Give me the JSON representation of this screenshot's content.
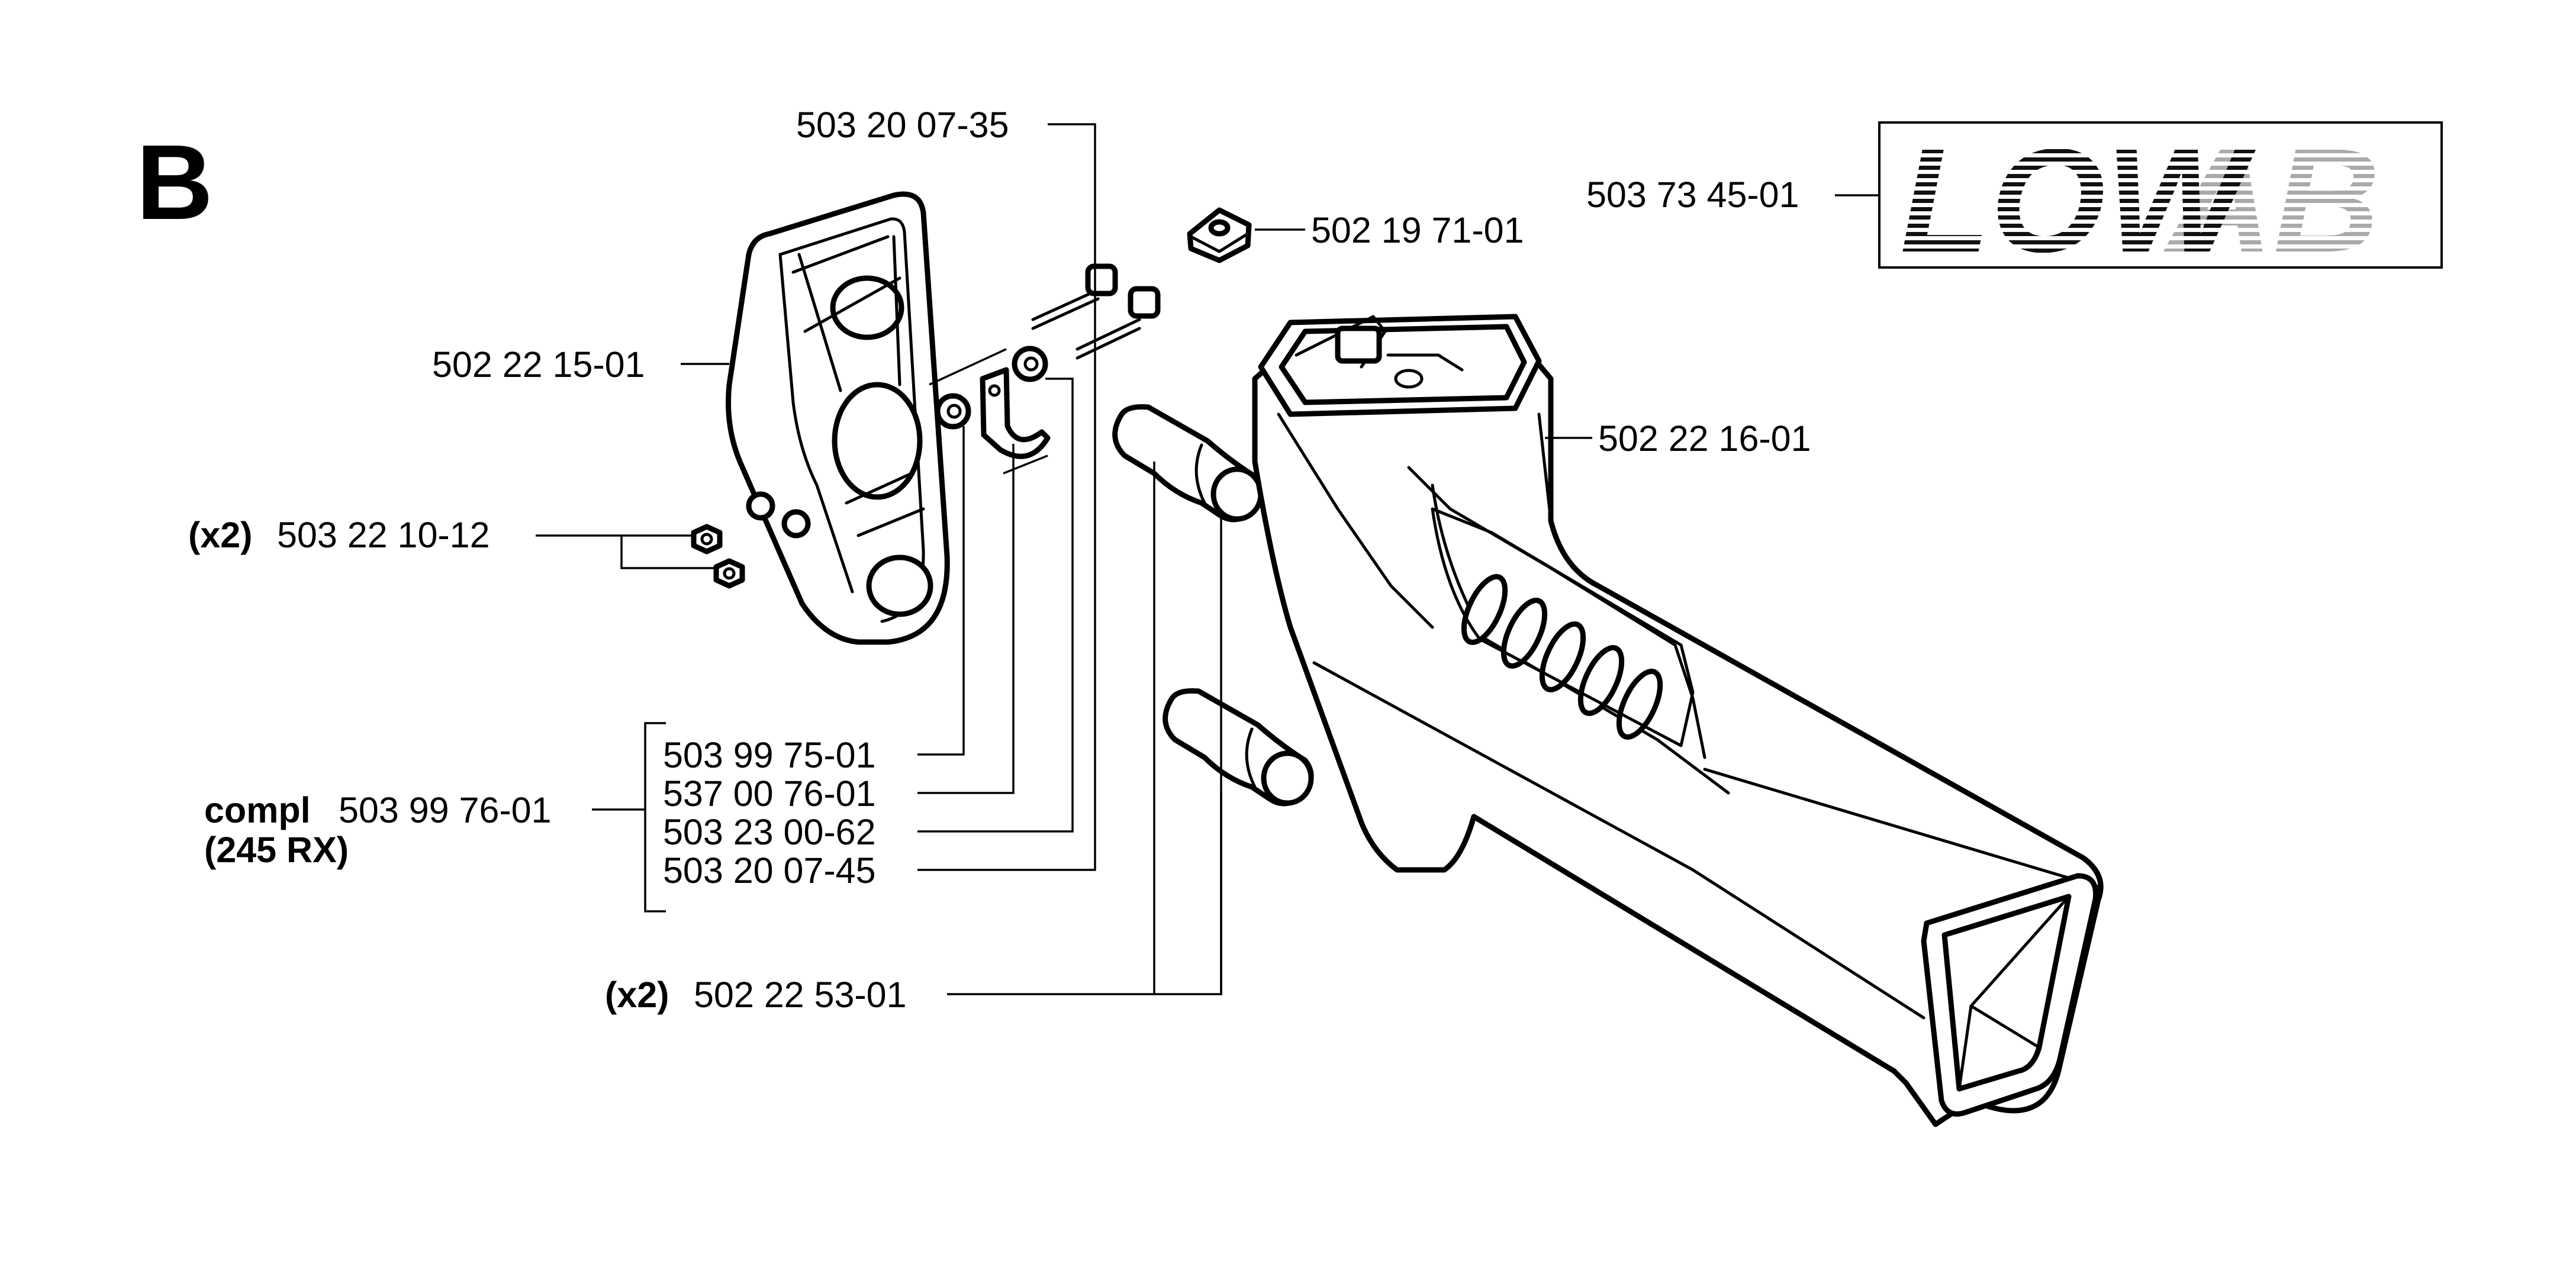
{
  "section_letter": "B",
  "logo": {
    "text_main": "LOW",
    "text_ghost": "AB"
  },
  "labels": {
    "p_503200735": "503 20 07-35",
    "p_502197101": "502 19 71-01",
    "p_503734501": "503 73 45-01",
    "p_502221501": "502 22 15-01",
    "p_502221601": "502 22 16-01",
    "x2_a": "(x2)",
    "p_503221012": "503 22 10-12",
    "p_503997501": "503 99 75-01",
    "p_537007601": "537 00 76-01",
    "compl": "compl",
    "p_503997601": "503 99 76-01",
    "p_503230062": "503 23 00-62",
    "model": "(245 RX)",
    "p_503200745": "503 20 07-45",
    "x2_b": "(x2)",
    "p_502225301": "502 22 53-01"
  }
}
